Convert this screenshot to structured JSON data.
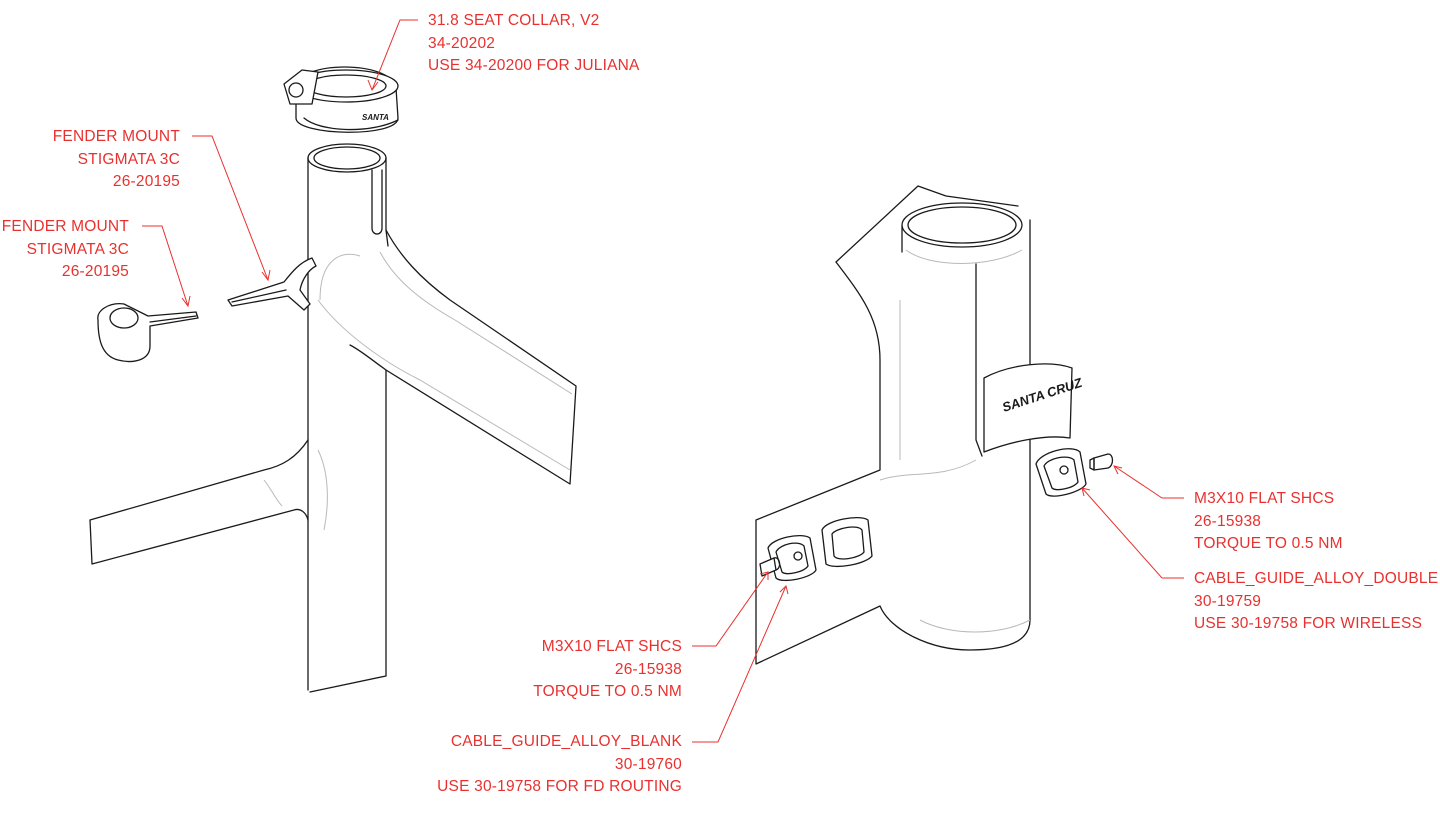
{
  "callouts": {
    "seat_collar": [
      "31.8 SEAT COLLAR, V2",
      "34-20202",
      "USE 34-20200 FOR JULIANA"
    ],
    "fender_mount_upper": [
      "FENDER MOUNT",
      "STIGMATA 3C",
      "26-20195"
    ],
    "fender_mount_lower": [
      "FENDER MOUNT",
      "STIGMATA 3C",
      "26-20195"
    ],
    "bolt_right": [
      "M3X10 FLAT SHCS",
      "26-15938",
      "TORQUE TO 0.5 NM"
    ],
    "guide_double": [
      "CABLE_GUIDE_ALLOY_DOUBLE",
      "30-19759",
      "USE 30-19758 FOR WIRELESS"
    ],
    "bolt_left": [
      "M3X10 FLAT SHCS",
      "26-15938",
      "TORQUE TO 0.5 NM"
    ],
    "guide_blank": [
      "CABLE_GUIDE_ALLOY_BLANK",
      "30-19760",
      "USE 30-19758 FOR FD ROUTING"
    ]
  },
  "colors": {
    "callout": "#e8312f",
    "line": "#1a1a1a",
    "ghost": "#b9b9b9"
  },
  "logo_text": "SANTA CRUZ"
}
